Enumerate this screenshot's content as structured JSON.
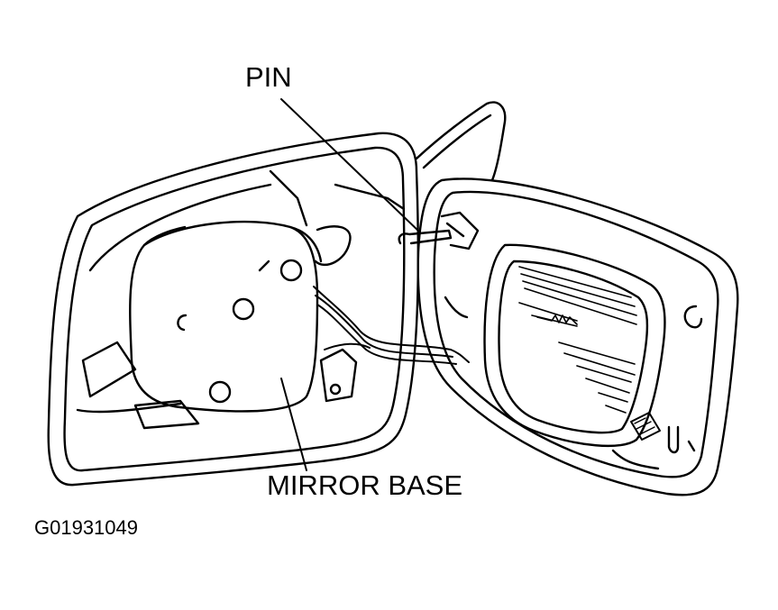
{
  "labels": {
    "pin": "PIN",
    "mirror_base": "MIRROR BASE",
    "figure_code": "G01931049"
  },
  "colors": {
    "ink": "#000000",
    "paper": "#ffffff"
  }
}
